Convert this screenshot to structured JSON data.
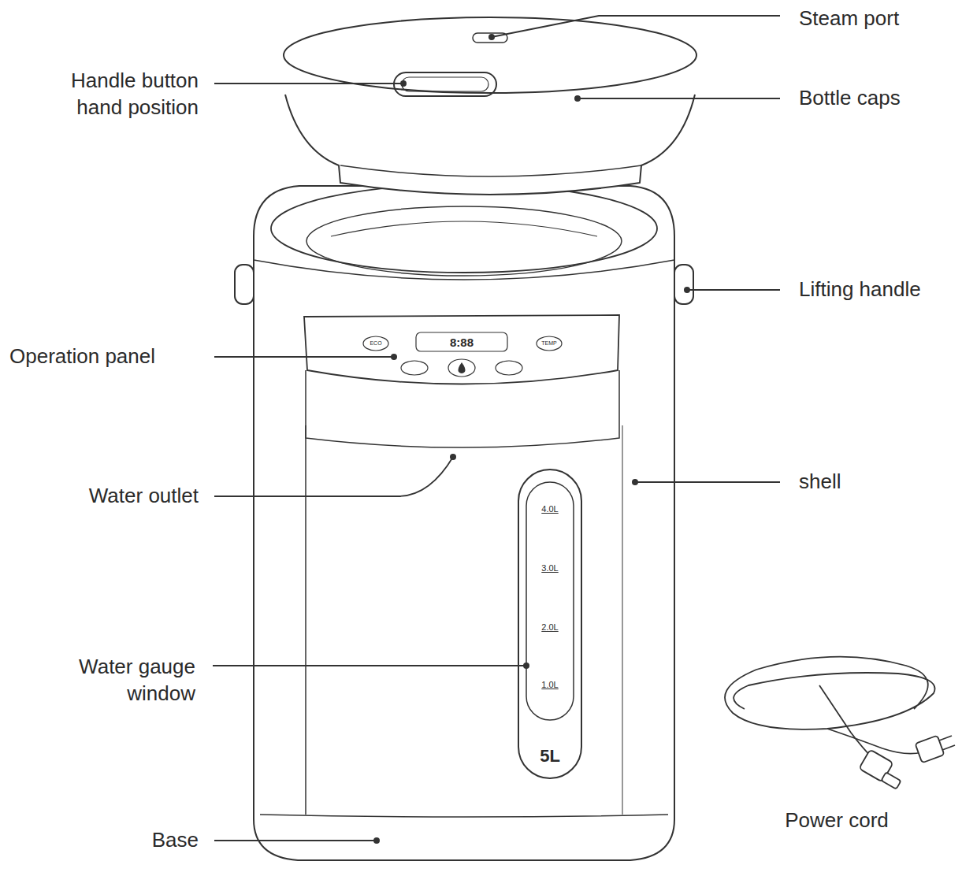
{
  "diagram": {
    "labels": [
      "Steam port",
      "Handle button hand position",
      "Bottle caps",
      "Lifting handle",
      "Operation panel",
      "Water outlet",
      "shell",
      "Water gauge window",
      "Power cord",
      "Base",
      "4.0L",
      "3.0L",
      "2.0L",
      "1.0L",
      "5L",
      "ECO",
      "TEMP",
      "8:88"
    ]
  }
}
